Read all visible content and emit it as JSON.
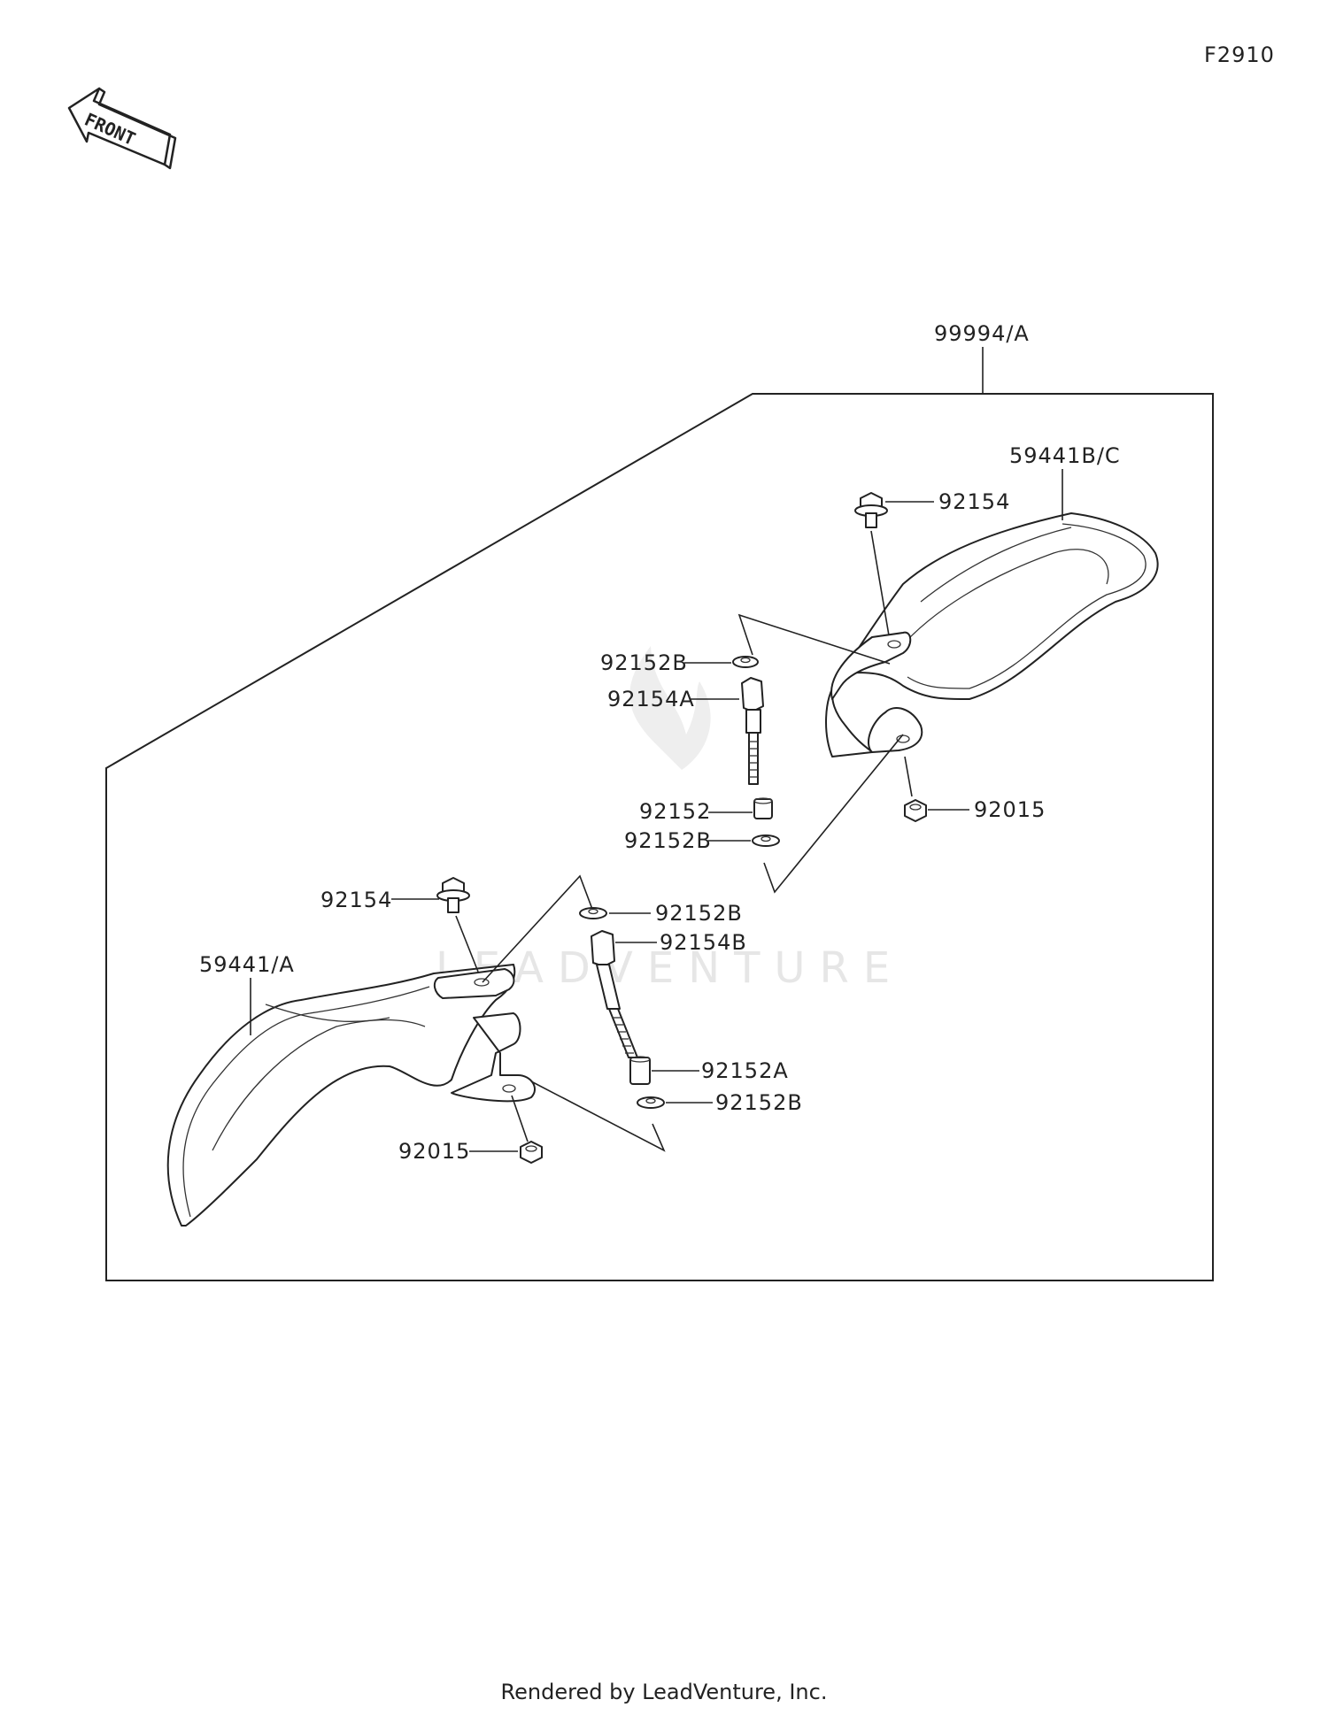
{
  "diagram_code": "F2910",
  "front_label": "FRONT",
  "watermark": "LEADVENTURE",
  "footer": "Rendered by LeadVenture, Inc.",
  "parts": {
    "kit": "99994/A",
    "guard_right": "59441B/C",
    "bolt_right": "92154",
    "collar_b_upper_right": "92152B",
    "spacer_a": "92154A",
    "collar_right": "92152",
    "collar_b_lower_right": "92152B",
    "nut_right": "92015",
    "bolt_left": "92154",
    "collar_b_upper_left": "92152B",
    "spacer_b": "92154B",
    "guard_left": "59441/A",
    "collar_a_left": "92152A",
    "collar_b_lower_left": "92152B",
    "nut_left": "92015"
  }
}
